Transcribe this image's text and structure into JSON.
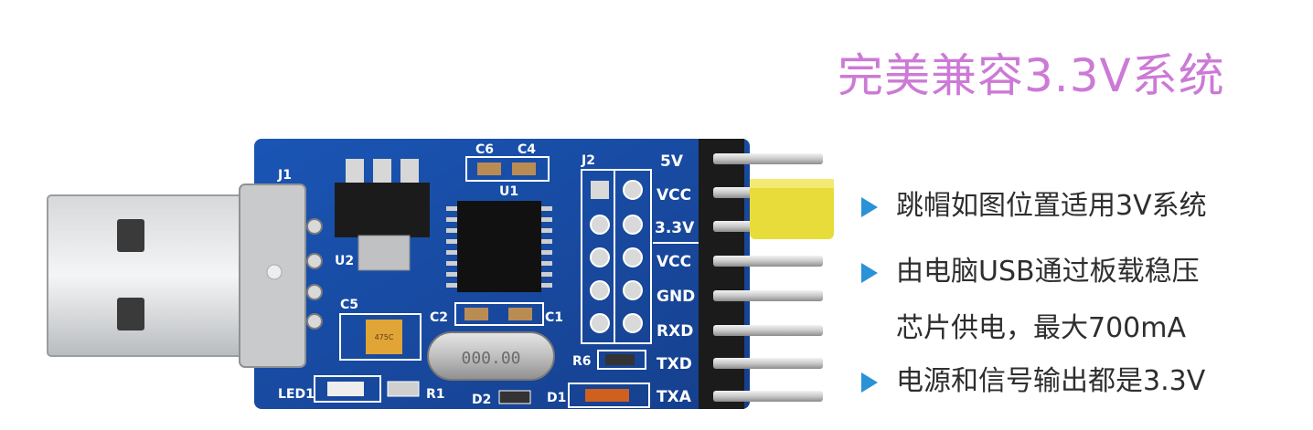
{
  "headline": "完美兼容3.3V系统",
  "features": [
    {
      "text": "跳帽如图位置适用3V系统",
      "bullet": true
    },
    {
      "text": "由电脑USB通过板载稳压",
      "bullet": true
    },
    {
      "text": "芯片供电，最大700mA",
      "bullet": false
    },
    {
      "text": "电源和信号输出都是3.3V",
      "bullet": true
    }
  ],
  "board": {
    "ref_labels": {
      "j1": "J1",
      "j2": "J2",
      "u1": "U1",
      "u2": "U2",
      "c1": "C1",
      "c2": "C2",
      "c4": "C4",
      "c5": "C5",
      "c6": "C6",
      "r1": "R1",
      "r6": "R6",
      "d1": "D1",
      "d2": "D2",
      "led1": "LED1"
    },
    "pin_labels": [
      "5V",
      "VCC",
      "3.3V",
      "VCC",
      "GND",
      "RXD",
      "TXD",
      "TXA"
    ],
    "crystal_marking": "000.00",
    "cap_marking": "475C"
  },
  "colors": {
    "headline": "#cc7ad6",
    "bullet": "#2a92d6",
    "pcb": "#1c4fa8",
    "jumper": "#e8dc3a"
  }
}
